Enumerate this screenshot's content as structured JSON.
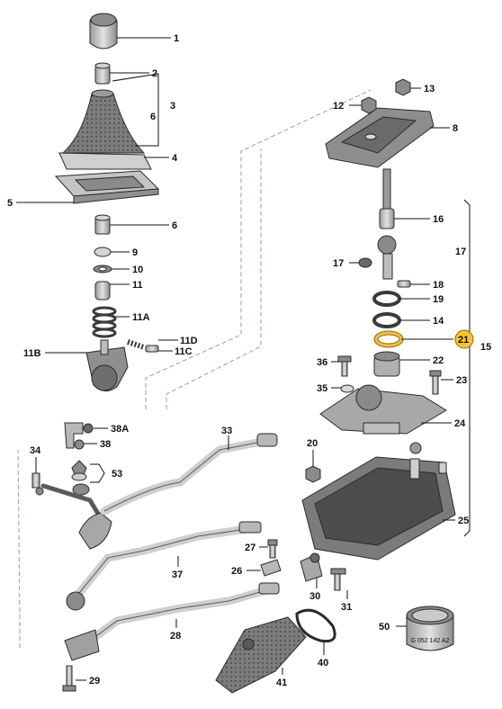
{
  "diagram": {
    "highlight_color": "#f5c430",
    "part_color": "#b9b9b9",
    "part_dark": "#4f4f4f",
    "line_color": "#111111",
    "stamp_text": "G 052 142 A2",
    "callouts": [
      {
        "id": "1",
        "text": "1"
      },
      {
        "id": "2",
        "text": "2"
      },
      {
        "id": "3",
        "text": "3"
      },
      {
        "id": "6a",
        "text": "6"
      },
      {
        "id": "4",
        "text": "4"
      },
      {
        "id": "5",
        "text": "5"
      },
      {
        "id": "6",
        "text": "6"
      },
      {
        "id": "9",
        "text": "9"
      },
      {
        "id": "10",
        "text": "10"
      },
      {
        "id": "11",
        "text": "11"
      },
      {
        "id": "11A",
        "text": "11A"
      },
      {
        "id": "11D",
        "text": "11D"
      },
      {
        "id": "11C",
        "text": "11C"
      },
      {
        "id": "11B",
        "text": "11B"
      },
      {
        "id": "13",
        "text": "13"
      },
      {
        "id": "12",
        "text": "12"
      },
      {
        "id": "8",
        "text": "8"
      },
      {
        "id": "16",
        "text": "16"
      },
      {
        "id": "17a",
        "text": "17"
      },
      {
        "id": "17",
        "text": "17"
      },
      {
        "id": "18",
        "text": "18"
      },
      {
        "id": "19",
        "text": "19"
      },
      {
        "id": "14",
        "text": "14"
      },
      {
        "id": "21",
        "text": "21"
      },
      {
        "id": "15",
        "text": "15"
      },
      {
        "id": "22",
        "text": "22"
      },
      {
        "id": "36",
        "text": "36"
      },
      {
        "id": "23",
        "text": "23"
      },
      {
        "id": "35",
        "text": "35"
      },
      {
        "id": "24",
        "text": "24"
      },
      {
        "id": "38A",
        "text": "38A"
      },
      {
        "id": "38",
        "text": "38"
      },
      {
        "id": "33",
        "text": "33"
      },
      {
        "id": "34",
        "text": "34"
      },
      {
        "id": "53",
        "text": "53"
      },
      {
        "id": "20",
        "text": "20"
      },
      {
        "id": "25",
        "text": "25"
      },
      {
        "id": "27",
        "text": "27"
      },
      {
        "id": "37",
        "text": "37"
      },
      {
        "id": "26",
        "text": "26"
      },
      {
        "id": "30",
        "text": "30"
      },
      {
        "id": "31",
        "text": "31"
      },
      {
        "id": "50",
        "text": "50"
      },
      {
        "id": "28",
        "text": "28"
      },
      {
        "id": "40",
        "text": "40"
      },
      {
        "id": "41",
        "text": "41"
      },
      {
        "id": "29",
        "text": "29"
      }
    ]
  }
}
